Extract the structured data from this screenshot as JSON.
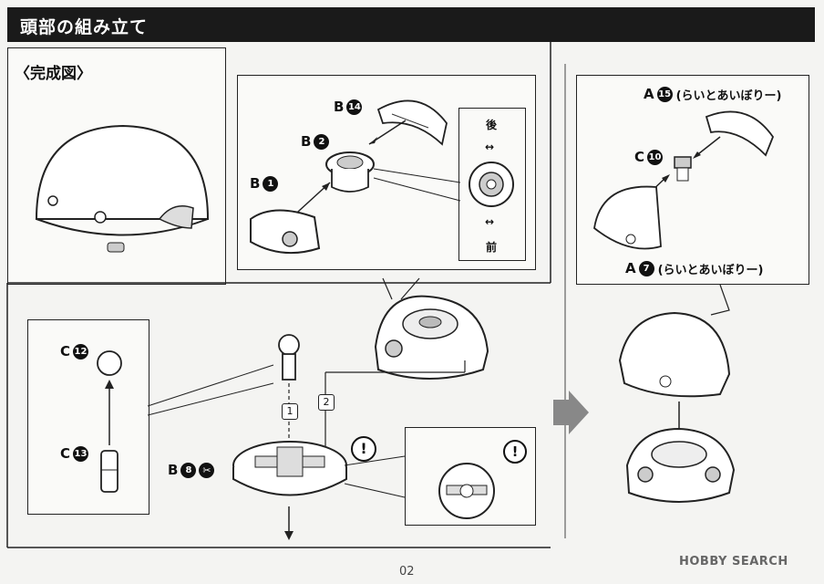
{
  "header": {
    "title": "頭部の組み立て"
  },
  "completed": {
    "title": "〈完成図〉"
  },
  "parts": {
    "b14": {
      "letter": "B",
      "num": "14"
    },
    "b2": {
      "letter": "B",
      "num": "2"
    },
    "b1": {
      "letter": "B",
      "num": "1"
    },
    "b8": {
      "letter": "B",
      "num": "8"
    },
    "c12": {
      "letter": "C",
      "num": "12"
    },
    "c13": {
      "letter": "C",
      "num": "13"
    },
    "a15": {
      "letter": "A",
      "num": "15",
      "note": "(らいとあいぼりー)"
    },
    "c10": {
      "letter": "C",
      "num": "10"
    },
    "a7": {
      "letter": "A",
      "num": "7",
      "note": "(らいとあいぼりー)"
    }
  },
  "orientation": {
    "back": "後",
    "front": "前",
    "arrows": "↔"
  },
  "steps": {
    "one": "1",
    "two": "2"
  },
  "caution": "!",
  "page_number": "02",
  "watermark": "HOBBY SEARCH"
}
